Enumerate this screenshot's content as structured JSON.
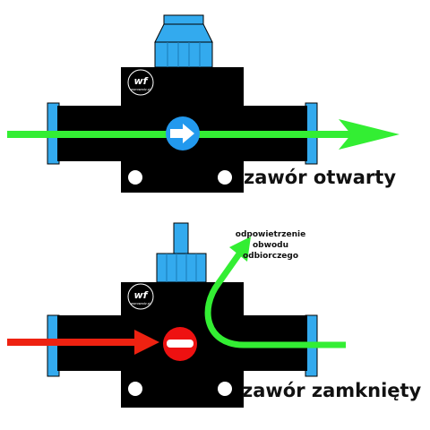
{
  "diagram": {
    "open_valve": {
      "label": "zawór otwarty",
      "logo": {
        "mark": "wf",
        "caption": "wprowadz.pl"
      },
      "flow_color": "#33ee33",
      "indicator_color": "#2299ee",
      "indicator_icon": "arrow-right-icon"
    },
    "closed_valve": {
      "label": "zawór zamknięty",
      "note": [
        "odpowietrzenie",
        "obwodu",
        "odbiorczego"
      ],
      "logo": {
        "mark": "wf",
        "caption": "wprowadz.pl"
      },
      "inlet_color": "#ee2211",
      "outlet_color": "#33ee33",
      "indicator_color": "#ee1111",
      "indicator_icon": "minus-bar-icon"
    },
    "colors": {
      "body": "#000000",
      "fitting": "#33aaee",
      "hole": "#ffffff"
    }
  }
}
